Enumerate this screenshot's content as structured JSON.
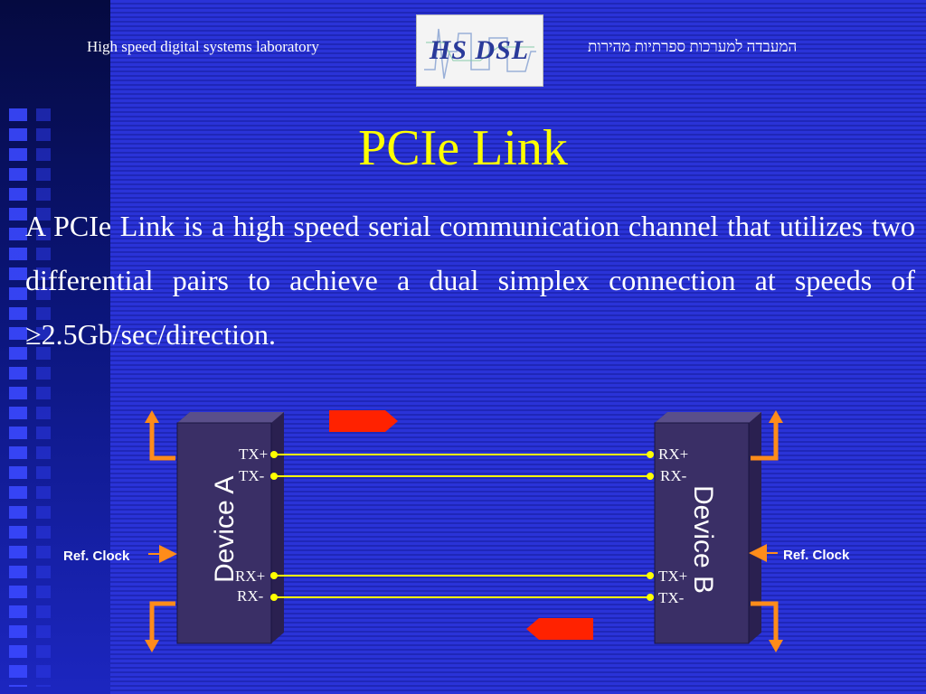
{
  "header": {
    "lab_name_en": "High speed digital systems laboratory",
    "lab_name_he": "המעבדה למערכות ספרתיות מהירות",
    "logo_text": "HS DSL"
  },
  "slide": {
    "title": "PCIe Link",
    "body": "A PCIe Link is a high speed serial communication channel that utilizes two differential pairs to achieve a dual simplex connection at speeds of  ≥2.5Gb/sec/direction."
  },
  "diagram": {
    "device_a": "Device A",
    "device_b": "Device B",
    "ref_clock_left": "Ref. Clock",
    "ref_clock_right": "Ref. Clock",
    "a_top_pos": "TX+",
    "a_top_neg": "TX-",
    "a_bot_pos": "RX+",
    "a_bot_neg": "RX-",
    "b_top_pos": "RX+",
    "b_top_neg": "RX-",
    "b_bot_pos": "TX+",
    "b_bot_neg": "TX-",
    "colors": {
      "wire": "#ffff00",
      "arrow_orange": "#ff8c1a",
      "arrow_red": "#ff2200",
      "device_face": "#3a2f66",
      "title": "#ffff00"
    }
  }
}
